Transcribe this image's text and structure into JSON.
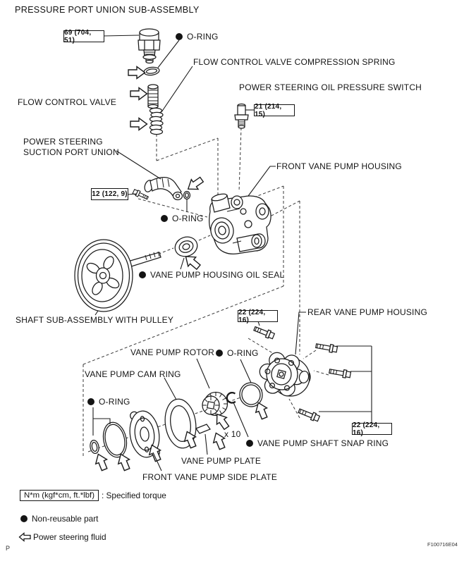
{
  "title": "PRESSURE PORT UNION SUB-ASSEMBLY",
  "figure_code": "F100716E04",
  "page_marker": "P",
  "colors": {
    "ink": "#141414",
    "background": "#ffffff"
  },
  "torque_boxes": [
    {
      "part": "pressure-port-union",
      "value": "69 (704, 51)"
    },
    {
      "part": "oil-pressure-switch",
      "value": "21 (214, 15)"
    },
    {
      "part": "suction-union-bolt",
      "value": "12 (122, 9)"
    },
    {
      "part": "rear-housing-bolt-upper",
      "value": "22 (224, 16)"
    },
    {
      "part": "rear-housing-bolts-right",
      "value": "22 (224, 16)"
    }
  ],
  "part_labels": [
    {
      "text": "O-RING",
      "non_reusable": true
    },
    {
      "text": "FLOW CONTROL VALVE COMPRESSION SPRING",
      "non_reusable": false
    },
    {
      "text": "POWER STEERING OIL PRESSURE SWITCH",
      "non_reusable": false
    },
    {
      "text": "FLOW CONTROL VALVE",
      "non_reusable": false
    },
    {
      "text": "POWER STEERING SUCTION PORT UNION",
      "non_reusable": false
    },
    {
      "text": "FRONT VANE PUMP HOUSING",
      "non_reusable": false
    },
    {
      "text": "O-RING",
      "non_reusable": true
    },
    {
      "text": "VANE PUMP HOUSING OIL SEAL",
      "non_reusable": true
    },
    {
      "text": "SHAFT SUB-ASSEMBLY WITH PULLEY",
      "non_reusable": false
    },
    {
      "text": "REAR VANE PUMP HOUSING",
      "non_reusable": false
    },
    {
      "text": "VANE PUMP ROTOR",
      "non_reusable": false
    },
    {
      "text": "O-RING",
      "non_reusable": true
    },
    {
      "text": "VANE PUMP CAM RING",
      "non_reusable": false
    },
    {
      "text": "O-RING",
      "non_reusable": true
    },
    {
      "text": "x 10",
      "non_reusable": false
    },
    {
      "text": "VANE PUMP SHAFT SNAP RING",
      "non_reusable": true
    },
    {
      "text": "VANE PUMP PLATE",
      "non_reusable": false
    },
    {
      "text": "FRONT VANE PUMP SIDE PLATE",
      "non_reusable": false
    }
  ],
  "legend": {
    "torque_symbol": "N*m (kgf*cm, ft.*lbf)",
    "torque_description": ": Specified torque",
    "non_reusable_label": "Non-reusable part",
    "fluid_label": "Power steering fluid"
  }
}
